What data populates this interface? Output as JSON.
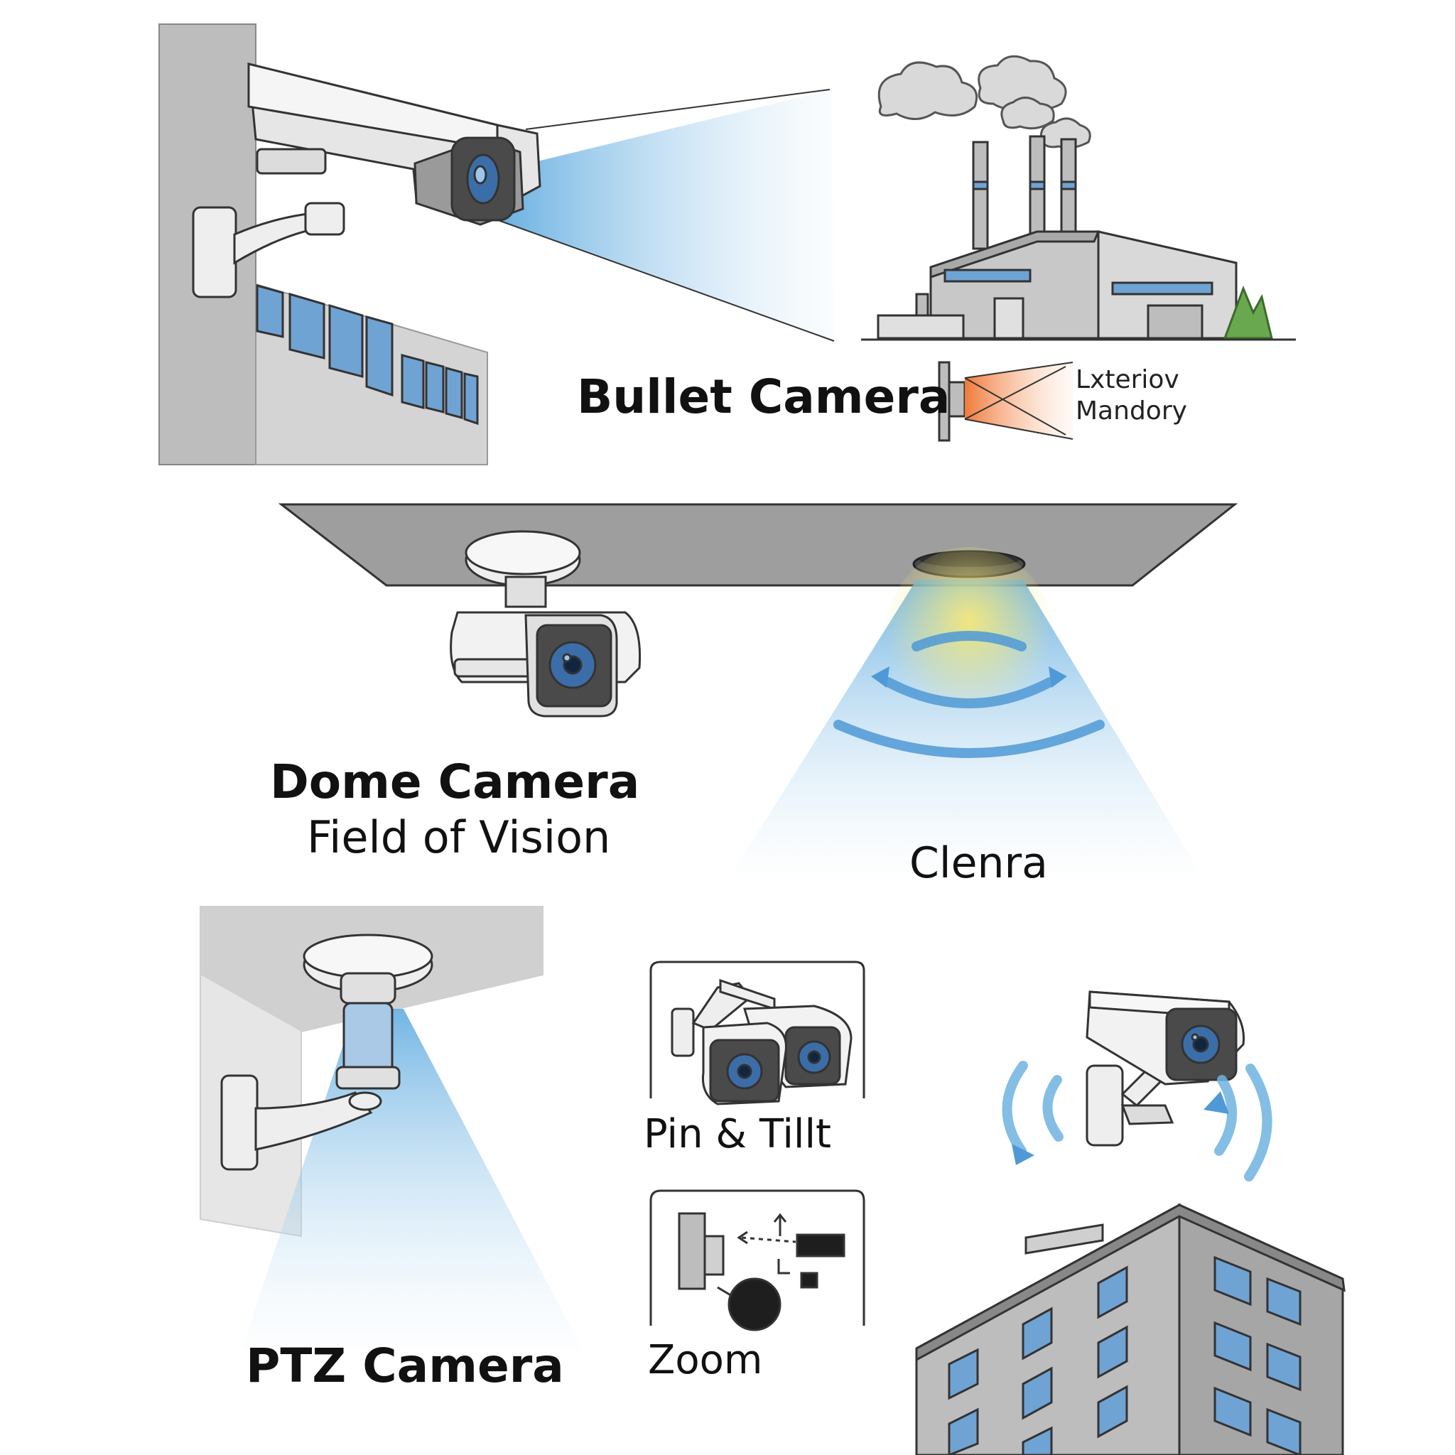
{
  "sections": {
    "bullet": {
      "title": "Bullet Camera",
      "annotation_line1": "Lxteriov",
      "annotation_line2": "Mandory"
    },
    "dome": {
      "title": "Dome Camera",
      "subtitle": "Field of Vision",
      "coverage_label": "Clenra"
    },
    "ptz": {
      "title": "PTZ Camera",
      "pan_tilt_label": "Pin & Tillt",
      "zoom_label": "Zoom"
    }
  },
  "colors": {
    "wall_gray": "#bdbdbd",
    "ceiling_gray": "#9e9e9e",
    "window_blue": "#6fa3d4",
    "beam_blue": "#7fbce6",
    "infrared_orange": "#f07a3a",
    "focus_yellow": "#f2e27a",
    "tree_green": "#6aa84f",
    "outline": "#333333"
  },
  "icons": [
    "bullet-camera-icon",
    "factory-icon",
    "dome-camera-icon",
    "ptz-camera-icon",
    "building-icon",
    "rotate-arrows-icon",
    "zoom-icon"
  ]
}
